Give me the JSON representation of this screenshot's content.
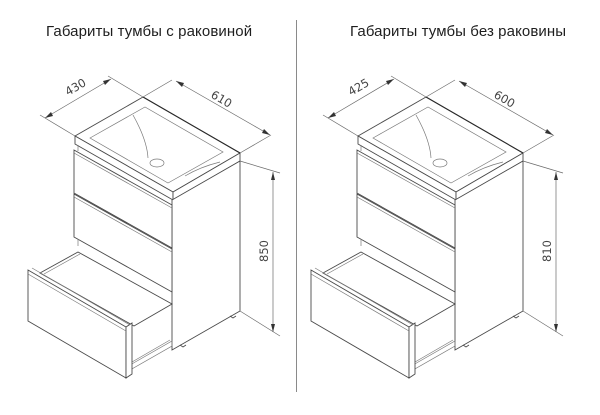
{
  "left_panel": {
    "title": "Габариты тумбы с раковиной",
    "dimensions": {
      "depth": "430",
      "width": "610",
      "height": "850"
    }
  },
  "right_panel": {
    "title": "Габариты тумбы без раковины",
    "dimensions": {
      "depth": "425",
      "width": "600",
      "height": "810"
    }
  },
  "colors": {
    "line": "#4a4a4a",
    "divider": "#8a8a8a",
    "background": "#ffffff"
  }
}
